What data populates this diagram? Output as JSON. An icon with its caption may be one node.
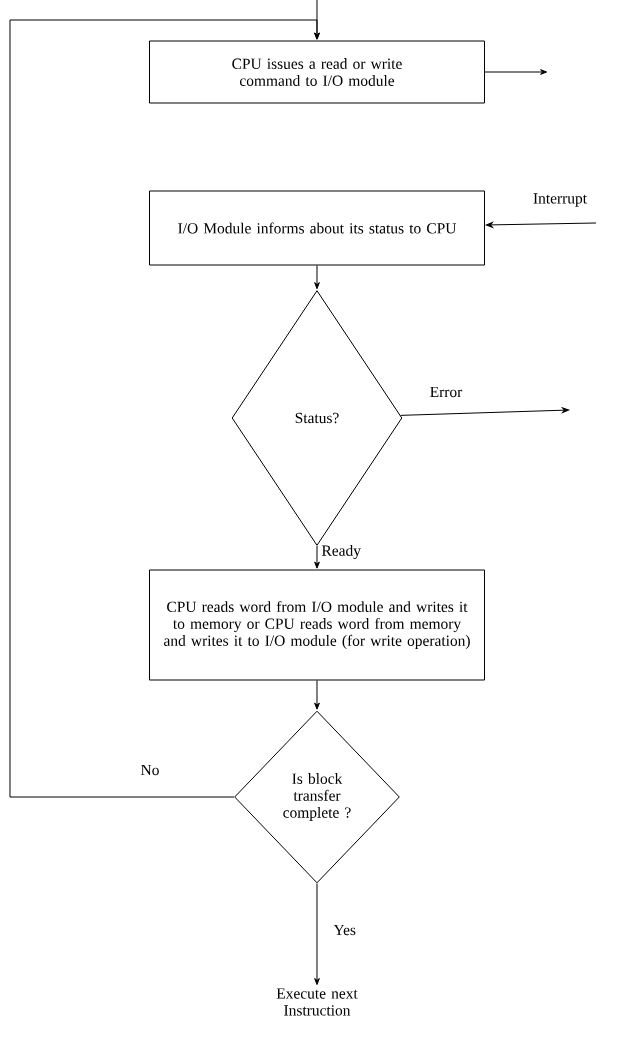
{
  "diagram": {
    "nodes": [
      {
        "text": [
          "CPU issues a read or write command to I/O module"
        ]
      },
      {
        "text": [
          "I/O Module informs about its status to CPU"
        ]
      },
      {
        "text": [
          "Status?"
        ]
      },
      {
        "text": [
          "CPU reads word from I/O module and writes it to memory or CPU reads word from memory and writes it to I/O module (for write operation)"
        ]
      },
      {
        "text": [
          "Is block transfer complete ?"
        ]
      },
      {
        "text": [
          "Execute next Instruction"
        ]
      }
    ],
    "edges": [
      {
        "from": null,
        "to": 0,
        "arrow": "to"
      },
      {
        "from": 4,
        "to": 0,
        "arrow": "to",
        "label": "No"
      },
      {
        "from": 0,
        "to": null,
        "arrow": "to"
      },
      {
        "from": null,
        "to": 1,
        "arrow": "to",
        "label": "Interrupt"
      },
      {
        "from": 1,
        "to": 2,
        "arrow": "to"
      },
      {
        "from": 2,
        "to": null,
        "arrow": "to",
        "label": "Error"
      },
      {
        "from": 2,
        "to": 3,
        "arrow": "to",
        "label": "Ready"
      },
      {
        "from": 3,
        "to": 4,
        "arrow": "to"
      },
      {
        "from": 4,
        "to": 5,
        "arrow": "to",
        "label": "Yes"
      }
    ]
  }
}
